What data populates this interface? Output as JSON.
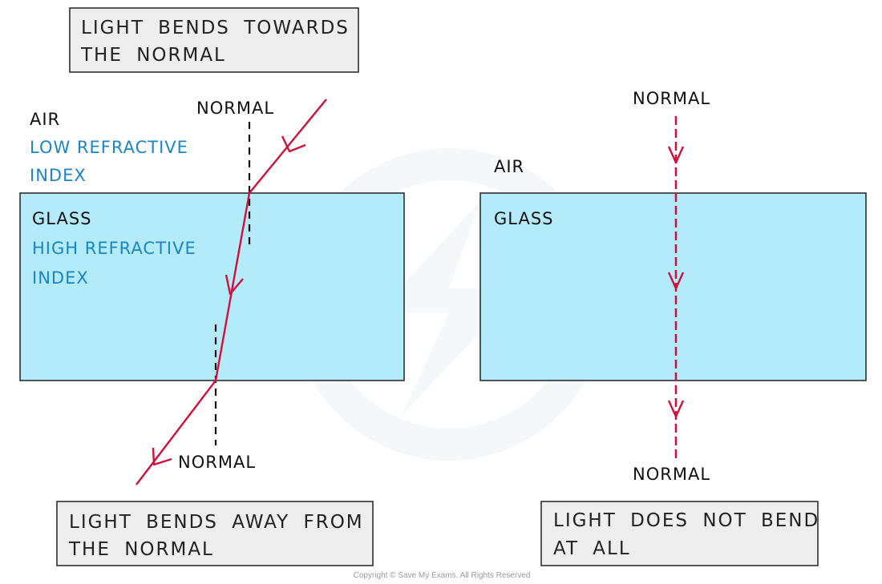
{
  "top_caption": {
    "line1": "LIGHT  BENDS  TOWARDS",
    "line2": "THE  NORMAL"
  },
  "left_diagram": {
    "air_label": "AIR",
    "air_desc_line1": "LOW  REFRACTIVE",
    "air_desc_line2": "INDEX",
    "glass_label": "GLASS",
    "glass_desc_line1": "HIGH  REFRACTIVE",
    "glass_desc_line2": "INDEX",
    "normal_top_label": "NORMAL",
    "normal_bottom_label": "NORMAL",
    "bottom_caption": {
      "line1": "LIGHT  BENDS  AWAY  FROM",
      "line2": "THE  NORMAL"
    }
  },
  "right_diagram": {
    "air_label": "AIR",
    "glass_label": "GLASS",
    "normal_top_label": "NORMAL",
    "normal_bottom_label": "NORMAL",
    "bottom_caption": {
      "line1": "LIGHT  DOES  NOT  BEND",
      "line2": "AT  ALL"
    }
  },
  "copyright": "Copyright © Save My Exams. All Rights Reserved",
  "colors": {
    "glass_fill": "#b3ebfa",
    "ray": "#d0103a",
    "caption_box": "#eeeeee",
    "blue_text": "#1a86c7"
  }
}
